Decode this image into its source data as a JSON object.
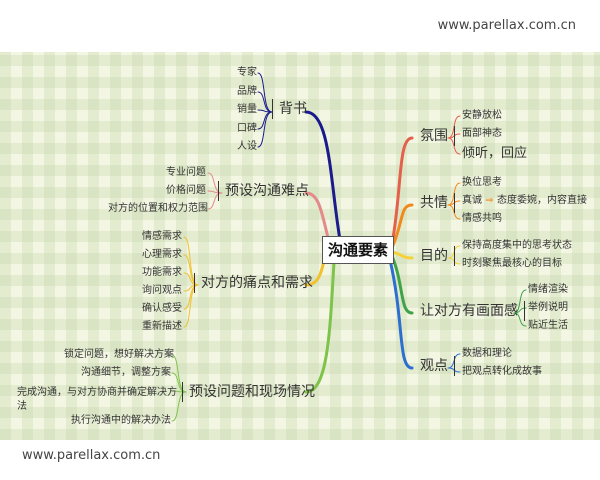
{
  "watermark_top": "www.parellax.com.cn",
  "watermark_bottom": "www.parellax.com.cn",
  "center": "沟通要素",
  "branches": [
    {
      "label": "背书",
      "color": "#1a1a8c",
      "children": [
        "专家",
        "品牌",
        "销量",
        "口碑",
        "人设"
      ]
    },
    {
      "label": "预设沟通难点",
      "color": "#e38a8a",
      "children": [
        "专业问题",
        "价格问题",
        "对方的位置和权力范围"
      ]
    },
    {
      "label": "对方的痛点和需求",
      "color": "#f2c12e",
      "children": [
        "情感需求",
        "心理需求",
        "功能需求",
        "询问观点",
        "确认感受",
        "重新描述"
      ]
    },
    {
      "label": "预设问题和现场情况",
      "color": "#7ec34a",
      "children": [
        "锁定问题，想好解决方案",
        "沟通细节，调整方案",
        "完成沟通，与对方协商并确定解决方法",
        "执行沟通中的解决办法"
      ]
    },
    {
      "label": "氛围",
      "color": "#e4604a",
      "children": [
        "安静放松",
        "面部神态",
        "倾听，回应"
      ]
    },
    {
      "label": "共情",
      "color": "#f08a1c",
      "children": [
        "换位思考",
        "真诚",
        "情感共鸣"
      ],
      "extra": "态度委婉，内容直接"
    },
    {
      "label": "目的",
      "color": "#f5d23a",
      "children": [
        "保持高度集中的思考状态",
        "时刻聚焦最核心的目标"
      ]
    },
    {
      "label": "让对方有画面感",
      "color": "#3fa34a",
      "children": [
        "情绪渲染",
        "举例说明",
        "贴近生活"
      ]
    },
    {
      "label": "观点",
      "color": "#2c6fd1",
      "children": [
        "数据和理论",
        "把观点转化成故事"
      ]
    }
  ]
}
